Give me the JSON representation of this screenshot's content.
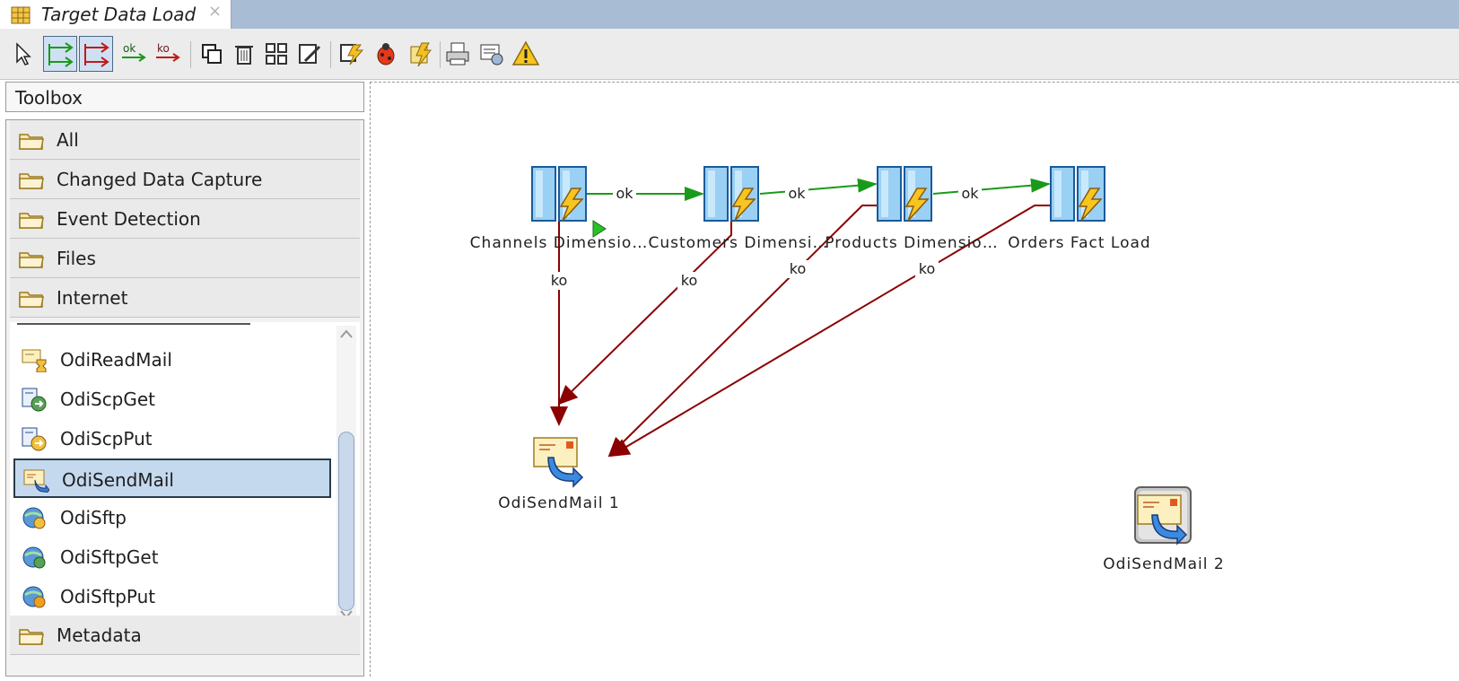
{
  "tab": {
    "title": "Target Data Load",
    "close": "×"
  },
  "toolbar": {
    "ok_label": "ok",
    "ko_label": "ko"
  },
  "toolbox": {
    "title": "Toolbox"
  },
  "categories_top": [
    "All",
    "Changed Data Capture",
    "Event Detection",
    "Files",
    "Internet"
  ],
  "tools": [
    {
      "label": "OdiReadMail",
      "icon": "read-mail-icon"
    },
    {
      "label": "OdiScpGet",
      "icon": "scp-get-icon"
    },
    {
      "label": "OdiScpPut",
      "icon": "scp-put-icon"
    },
    {
      "label": "OdiSendMail",
      "icon": "send-mail-icon",
      "selected": true
    },
    {
      "label": "OdiSftp",
      "icon": "sftp-icon"
    },
    {
      "label": "OdiSftpGet",
      "icon": "sftp-get-icon"
    },
    {
      "label": "OdiSftpPut",
      "icon": "sftp-put-icon"
    }
  ],
  "categories_bottom": [
    "Metadata"
  ],
  "diagram": {
    "nodes": [
      {
        "id": "channels",
        "label": "Channels Dimensio…",
        "kind": "mapping"
      },
      {
        "id": "customers",
        "label": "Customers Dimensi…",
        "kind": "mapping"
      },
      {
        "id": "products",
        "label": "Products Dimensio…",
        "kind": "mapping"
      },
      {
        "id": "orders",
        "label": "Orders Fact Load",
        "kind": "mapping"
      },
      {
        "id": "sendmail1",
        "label": "OdiSendMail 1",
        "kind": "mail"
      },
      {
        "id": "sendmail2",
        "label": "OdiSendMail 2",
        "kind": "mail"
      }
    ],
    "links": [
      {
        "from": "channels",
        "to": "customers",
        "label": "ok",
        "status": "ok"
      },
      {
        "from": "customers",
        "to": "products",
        "label": "ok",
        "status": "ok"
      },
      {
        "from": "products",
        "to": "orders",
        "label": "ok",
        "status": "ok"
      },
      {
        "from": "channels",
        "to": "sendmail1",
        "label": "ko",
        "status": "ko"
      },
      {
        "from": "customers",
        "to": "sendmail1",
        "label": "ko",
        "status": "ko"
      },
      {
        "from": "products",
        "to": "sendmail1",
        "label": "ko",
        "status": "ko"
      },
      {
        "from": "orders",
        "to": "sendmail1",
        "label": "ko",
        "status": "ko"
      }
    ]
  },
  "colors": {
    "ok": "#1a9a1a",
    "ko": "#8b0000",
    "tab_bar": "#a8bdd4",
    "selection": "#c5d9ee"
  }
}
